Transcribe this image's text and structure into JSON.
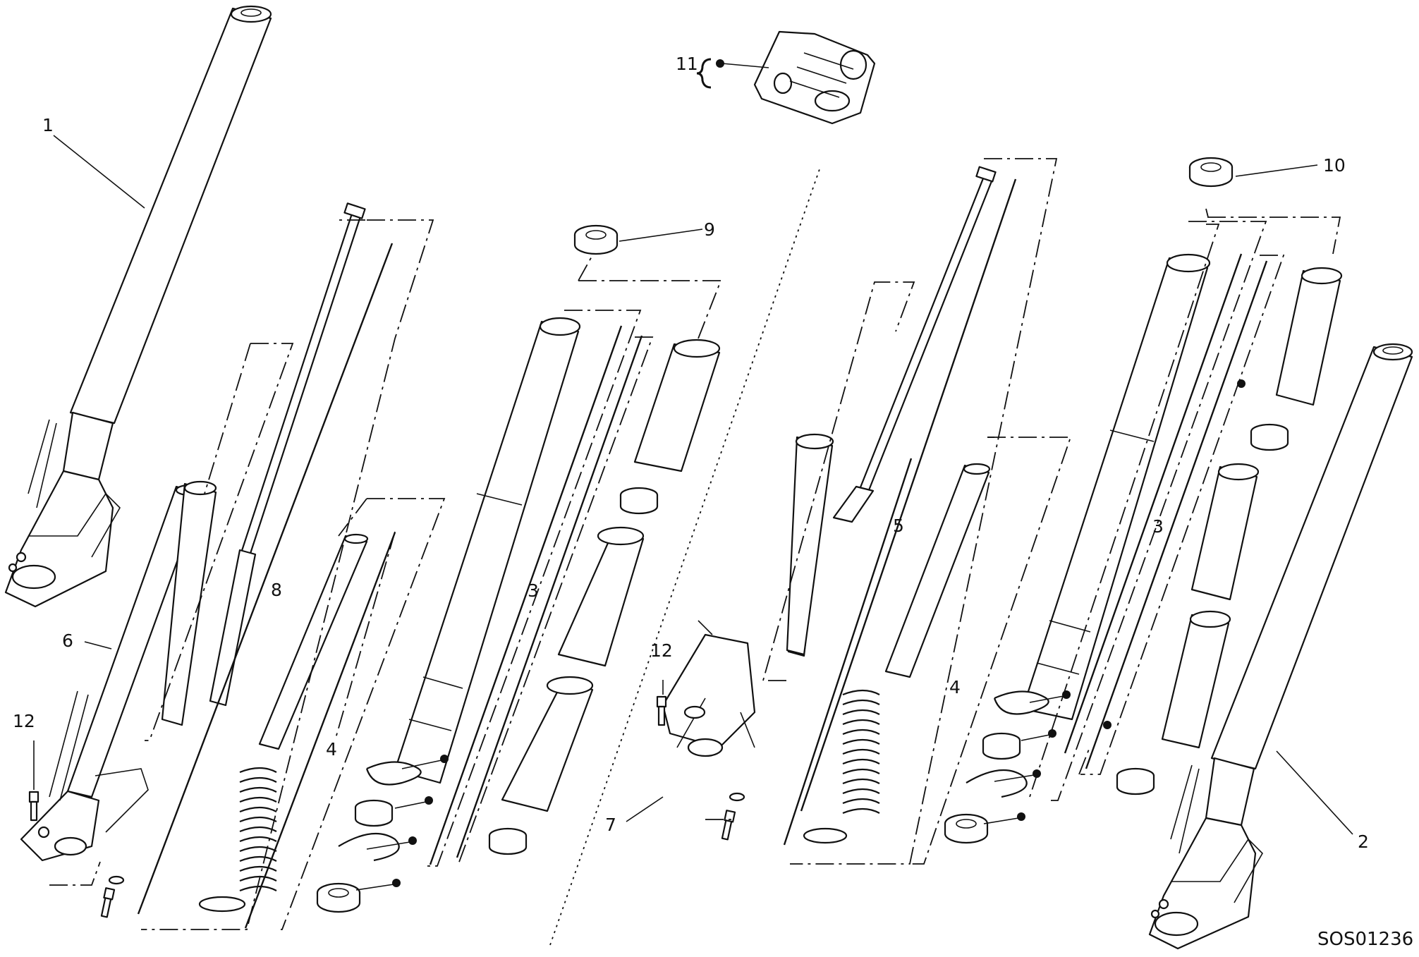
{
  "diagram": {
    "drawing_code": "SOS01236",
    "callouts": [
      {
        "id": "c1",
        "label": "1"
      },
      {
        "id": "c2",
        "label": "2"
      },
      {
        "id": "c3a",
        "label": "3"
      },
      {
        "id": "c3b",
        "label": "3"
      },
      {
        "id": "c4a",
        "label": "4"
      },
      {
        "id": "c4b",
        "label": "4"
      },
      {
        "id": "c5",
        "label": "5"
      },
      {
        "id": "c6",
        "label": "6"
      },
      {
        "id": "c7",
        "label": "7"
      },
      {
        "id": "c8",
        "label": "8"
      },
      {
        "id": "c9",
        "label": "9"
      },
      {
        "id": "c10",
        "label": "10"
      },
      {
        "id": "c11",
        "label": "11"
      },
      {
        "id": "c12a",
        "label": "12"
      },
      {
        "id": "c12b",
        "label": "12"
      }
    ]
  }
}
